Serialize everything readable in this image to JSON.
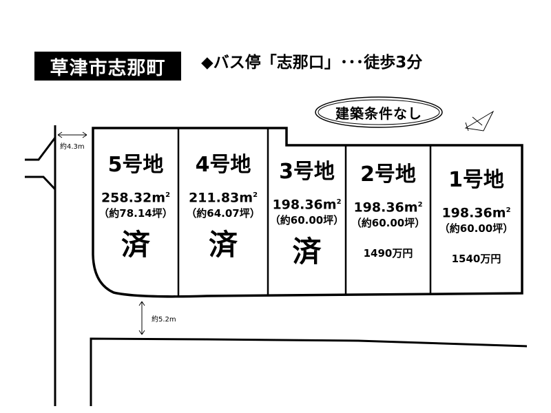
{
  "header": {
    "town": "草津市志那町",
    "bus_stop": "◆バス停「志那口」･･･徒歩3分"
  },
  "condition_label": "建築条件なし",
  "dimensions": {
    "road_left_width": "約4.3m",
    "road_front_width": "約5.2m"
  },
  "lots": [
    {
      "number": "5号地",
      "area": "258.32m",
      "area_unit_sup": "2",
      "tsubo": "（約78.14坪）",
      "status": "済",
      "price": ""
    },
    {
      "number": "4号地",
      "area": "211.83m",
      "area_unit_sup": "2",
      "tsubo": "（約64.07坪）",
      "status": "済",
      "price": ""
    },
    {
      "number": "3号地",
      "area": "198.36m",
      "area_unit_sup": "2",
      "tsubo": "（約60.00坪）",
      "status": "済",
      "price": ""
    },
    {
      "number": "2号地",
      "area": "198.36m",
      "area_unit_sup": "2",
      "tsubo": "（約60.00坪）",
      "status": "",
      "price": "1490万円"
    },
    {
      "number": "1号地",
      "area": "198.36m",
      "area_unit_sup": "2",
      "tsubo": "（約60.00坪）",
      "status": "",
      "price": "1540万円"
    }
  ],
  "colors": {
    "ink": "#000000",
    "paper": "#ffffff"
  },
  "icons": {
    "north_arrow": "north-arrow-icon"
  }
}
